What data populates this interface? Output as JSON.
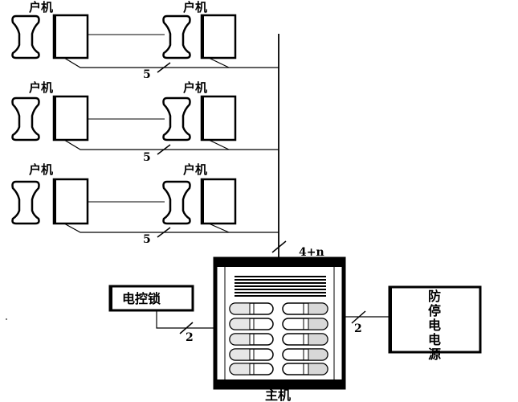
{
  "units": {
    "indoor_label": "户机"
  },
  "wires": {
    "indoor_count": "5",
    "trunk_count": "4+n",
    "lock_count": "2",
    "power_count": "2"
  },
  "lock": {
    "label": "电控锁"
  },
  "power_supply": {
    "label_chars": [
      "防",
      "停",
      "电",
      "电",
      "源"
    ]
  },
  "host": {
    "label": "主机"
  }
}
